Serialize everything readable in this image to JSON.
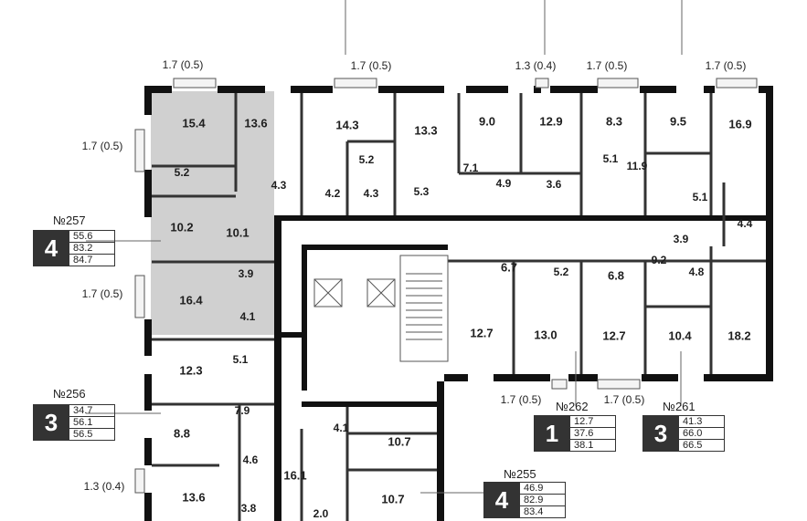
{
  "colors": {
    "wall": "#111111",
    "thin": "#555555",
    "highlight": "#d0d0d0"
  },
  "rooms": [
    {
      "id": "r154",
      "label": "15.4"
    },
    {
      "id": "r136a",
      "label": "13.6"
    },
    {
      "id": "r143",
      "label": "14.3"
    },
    {
      "id": "r133",
      "label": "13.3"
    },
    {
      "id": "r90",
      "label": "9.0"
    },
    {
      "id": "r129",
      "label": "12.9"
    },
    {
      "id": "r83",
      "label": "8.3"
    },
    {
      "id": "r95",
      "label": "9.5"
    },
    {
      "id": "r169",
      "label": "16.9"
    },
    {
      "id": "r52a",
      "label": "5.2"
    },
    {
      "id": "r43a",
      "label": "4.3"
    },
    {
      "id": "r52b",
      "label": "5.2"
    },
    {
      "id": "r42",
      "label": "4.2"
    },
    {
      "id": "r43b",
      "label": "4.3"
    },
    {
      "id": "r53",
      "label": "5.3"
    },
    {
      "id": "r71",
      "label": "7.1"
    },
    {
      "id": "r49",
      "label": "4.9"
    },
    {
      "id": "r36",
      "label": "3.6"
    },
    {
      "id": "r51a",
      "label": "5.1"
    },
    {
      "id": "r119",
      "label": "11.9"
    },
    {
      "id": "r51b",
      "label": "5.1"
    },
    {
      "id": "r44",
      "label": "4.4"
    },
    {
      "id": "r102",
      "label": "10.2"
    },
    {
      "id": "r101",
      "label": "10.1"
    },
    {
      "id": "r39a",
      "label": "3.9"
    },
    {
      "id": "r67",
      "label": "6.7"
    },
    {
      "id": "r52c",
      "label": "5.2"
    },
    {
      "id": "r68",
      "label": "6.8"
    },
    {
      "id": "r39b",
      "label": "3.9"
    },
    {
      "id": "r92",
      "label": "9.2"
    },
    {
      "id": "r48",
      "label": "4.8"
    },
    {
      "id": "r164",
      "label": "16.4"
    },
    {
      "id": "r41a",
      "label": "4.1"
    },
    {
      "id": "r127a",
      "label": "12.7"
    },
    {
      "id": "r130",
      "label": "13.0"
    },
    {
      "id": "r127b",
      "label": "12.7"
    },
    {
      "id": "r104",
      "label": "10.4"
    },
    {
      "id": "r182",
      "label": "18.2"
    },
    {
      "id": "r123",
      "label": "12.3"
    },
    {
      "id": "r51c",
      "label": "5.1"
    },
    {
      "id": "r79",
      "label": "7.9"
    },
    {
      "id": "r88",
      "label": "8.8"
    },
    {
      "id": "r41b",
      "label": "4.1"
    },
    {
      "id": "r107a",
      "label": "10.7"
    },
    {
      "id": "r46",
      "label": "4.6"
    },
    {
      "id": "r161",
      "label": "16.1"
    },
    {
      "id": "r136b",
      "label": "13.6"
    },
    {
      "id": "r38",
      "label": "3.8"
    },
    {
      "id": "r20",
      "label": "2.0"
    },
    {
      "id": "r107b",
      "label": "10.7"
    }
  ],
  "balconies": [
    {
      "id": "b1",
      "label": "1.7 (0.5)"
    },
    {
      "id": "b2",
      "label": "1.7 (0.5)"
    },
    {
      "id": "b3",
      "label": "1.3 (0.4)"
    },
    {
      "id": "b4",
      "label": "1.7 (0.5)"
    },
    {
      "id": "b5",
      "label": "1.7 (0.5)"
    },
    {
      "id": "b6",
      "label": "1.7 (0.5)"
    },
    {
      "id": "b7",
      "label": "1.7 (0.5)"
    },
    {
      "id": "b8",
      "label": "1.7 (0.5)"
    },
    {
      "id": "b9",
      "label": "1.7 (0.5)"
    },
    {
      "id": "b10",
      "label": "1.3 (0.4)"
    }
  ],
  "apartments": [
    {
      "number": "№257",
      "rooms": "4",
      "areas": [
        "55.6",
        "83.2",
        "84.7"
      ]
    },
    {
      "number": "№256",
      "rooms": "3",
      "areas": [
        "34.7",
        "56.1",
        "56.5"
      ]
    },
    {
      "number": "№262",
      "rooms": "1",
      "areas": [
        "12.7",
        "37.6",
        "38.1"
      ]
    },
    {
      "number": "№261",
      "rooms": "3",
      "areas": [
        "41.3",
        "66.0",
        "66.5"
      ]
    },
    {
      "number": "№255",
      "rooms": "4",
      "areas": [
        "46.9",
        "82.9",
        "83.4"
      ]
    }
  ]
}
